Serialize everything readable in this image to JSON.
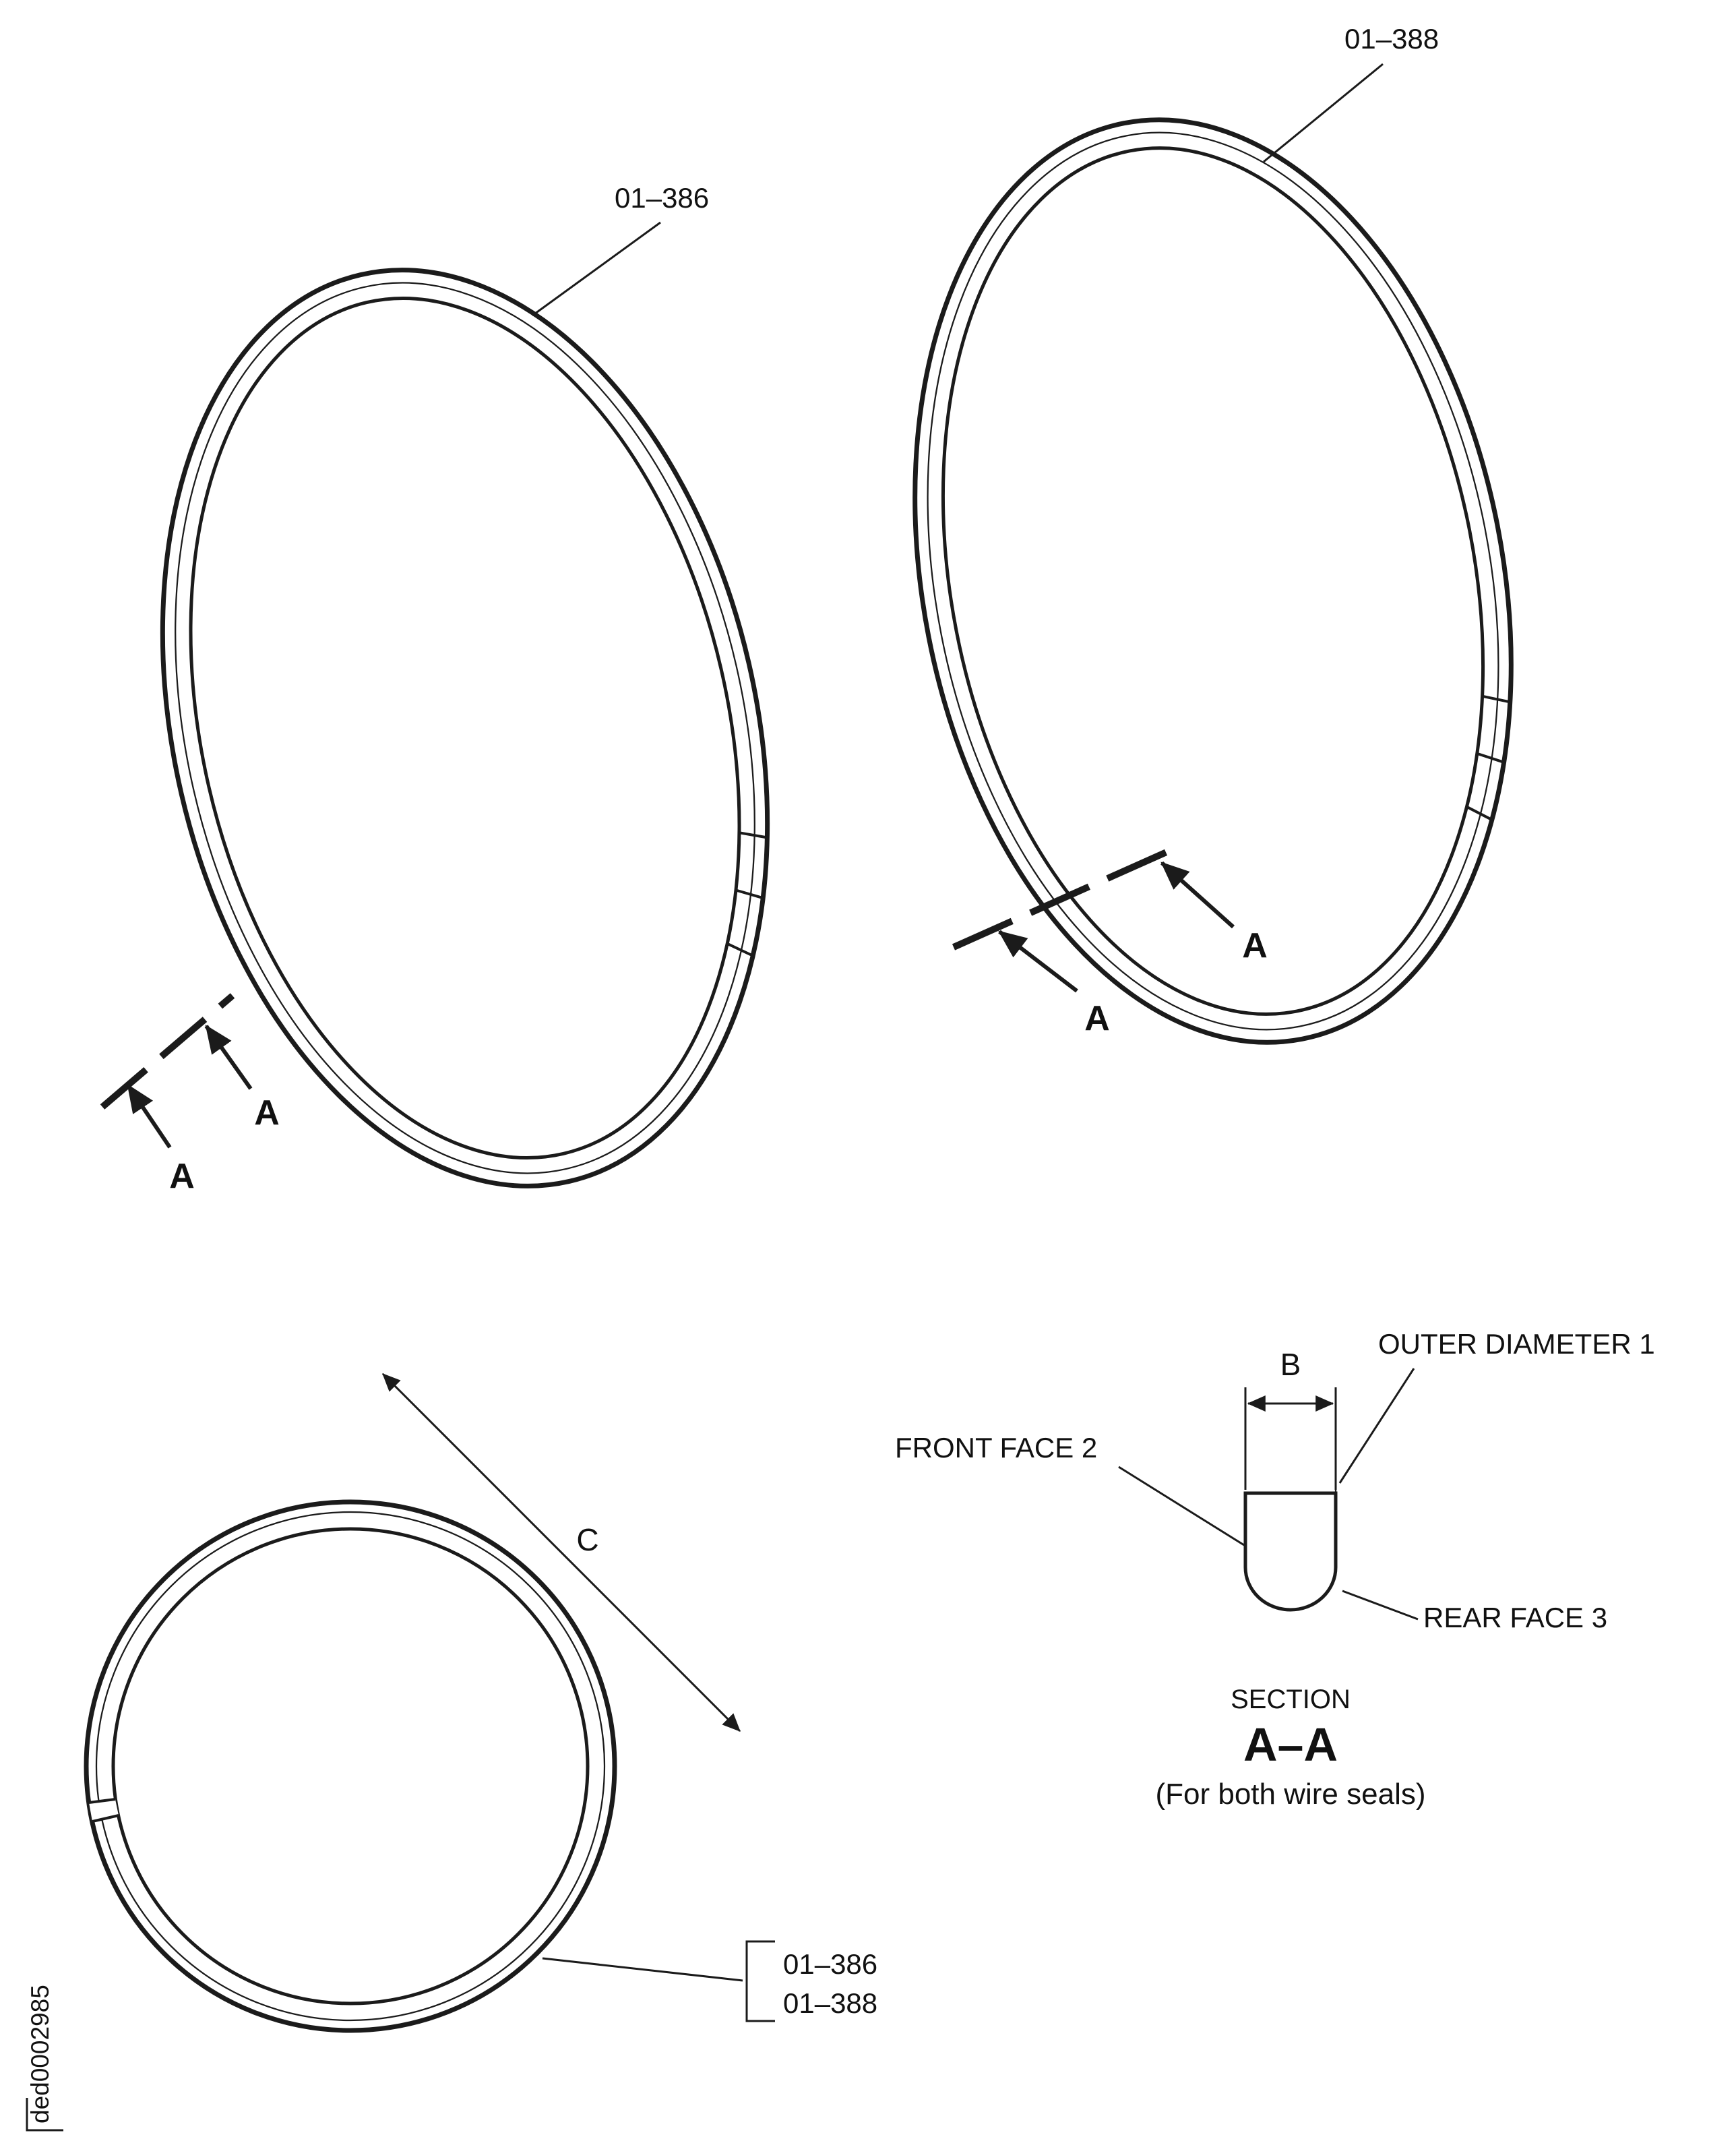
{
  "figure": {
    "doc_id": "ded0002985",
    "ring_left": {
      "part_number": "01–386",
      "arrow_label": "A"
    },
    "ring_right": {
      "part_number": "01–388",
      "arrow_label": "A"
    },
    "front_view": {
      "dim_label": "C",
      "part_numbers": [
        "01–386",
        "01–388"
      ]
    },
    "section": {
      "dim_label": "B",
      "outer_diameter_label": "OUTER DIAMETER 1",
      "front_face_label": "FRONT FACE 2",
      "rear_face_label": "REAR FACE 3",
      "title": "SECTION",
      "name": "A–A",
      "note": "(For both wire seals)"
    }
  }
}
